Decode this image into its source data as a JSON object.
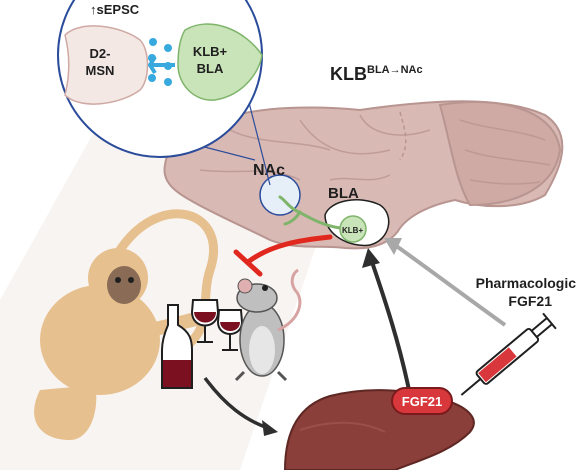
{
  "inset": {
    "sepsc_label": "↑sEPSC",
    "d2_msn_line1": "D2-",
    "d2_msn_line2": "MSN",
    "klb_bla_line1": "KLB+",
    "klb_bla_line2": "BLA"
  },
  "title": {
    "main": "KLB",
    "superscript": "BLA→NAc"
  },
  "brain": {
    "nac_label": "NAc",
    "bla_label": "BLA",
    "klb_label": "KLB+"
  },
  "pharmacologic": {
    "line1": "Pharmacologic",
    "line2": "FGF21"
  },
  "liver": {
    "badge": "FGF21"
  },
  "colors": {
    "brain_fill": "#d9b9b4",
    "brain_stroke": "#b89590",
    "inset_ring": "#2b4c9b",
    "klb_green": "#c9e4b8",
    "green_stroke": "#7fb46b",
    "inhibit_red": "#e0281e",
    "liver_fill": "#8b3f3a",
    "badge_red": "#d8373b",
    "monkey_fill": "#e7c08f",
    "wine": "#7a1020",
    "vesicle_blue": "#37a9df"
  }
}
